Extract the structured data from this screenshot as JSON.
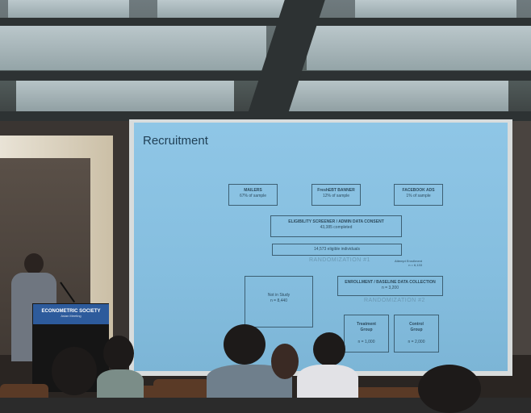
{
  "slide": {
    "title": "Recruitment",
    "sources": [
      {
        "name": "MAILERS",
        "share": "67% of sample"
      },
      {
        "name": "FreshEBT BANNER",
        "share": "12% of sample"
      },
      {
        "name": "FACEBOOK ADS",
        "share": "1% of sample"
      }
    ],
    "screener": {
      "name": "ELIGIBILITY SCREENER / ADMIN DATA CONSENT",
      "detail": "43,385 completed"
    },
    "eligible": "14,573 eligible individuals",
    "randomization1": "RANDOMIZATION #1",
    "attempt": {
      "label": "Attempt Enrollment",
      "value": "n = 6,133"
    },
    "not_in_study": {
      "name": "Not in Study",
      "value": "n = 8,440"
    },
    "enrollment": {
      "name": "ENROLLMENT / BASELINE DATA COLLECTION",
      "value": "n = 3,200"
    },
    "randomization2": "RANDOMIZATION #2",
    "treatment": {
      "name1": "Treatment",
      "name2": "Group",
      "value": "n = 1,000"
    },
    "control": {
      "name1": "Control",
      "name2": "Group",
      "value": "n = 2,000"
    }
  },
  "podium": {
    "title": "ECONOMETRIC SOCIETY",
    "subtitle": "Asian Meeting"
  }
}
